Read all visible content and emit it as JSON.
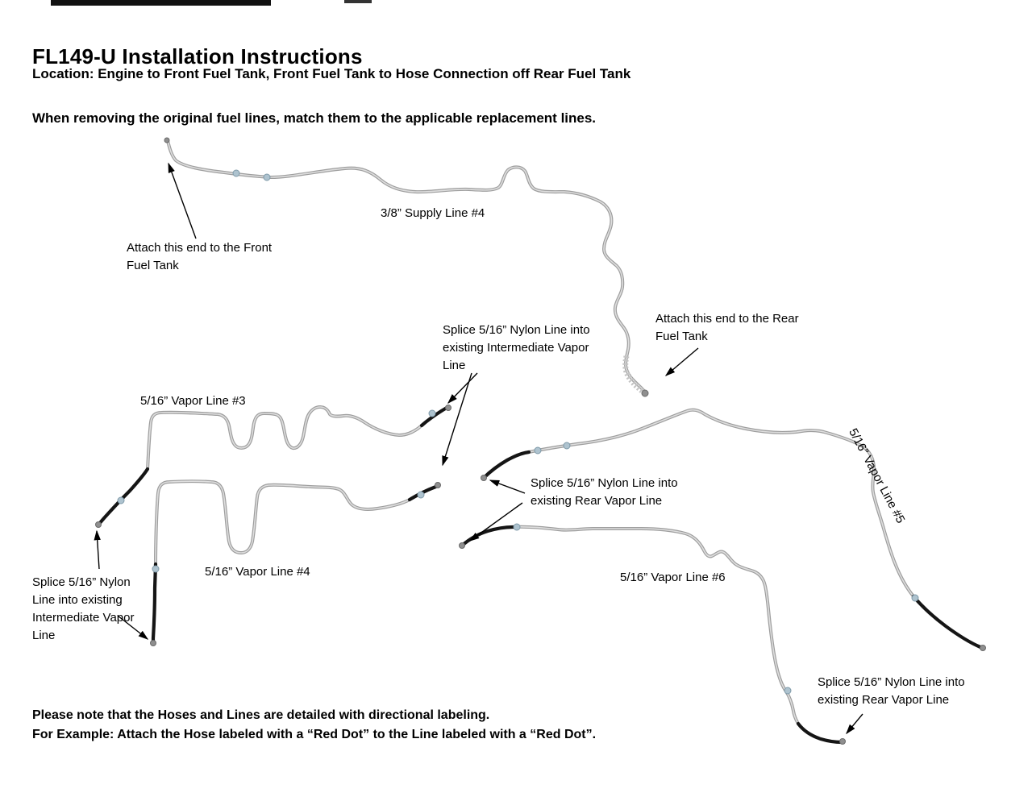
{
  "page": {
    "title": "FL149-U Installation Instructions",
    "location_line": "Location: Engine to Front Fuel Tank, Front Fuel Tank to Hose Connection off Rear Fuel Tank",
    "intro_line": "When removing the original fuel lines, match them to the applicable replacement lines.",
    "footer_line1": "Please note that the Hoses and Lines are detailed with directional labeling.",
    "footer_line2": "For Example: Attach the Hose labeled with a “Red Dot” to the Line labeled with a “Red Dot”."
  },
  "diagram": {
    "labels": {
      "supply_line_4": "3/8” Supply Line #4",
      "attach_front": "Attach this end to the Front Fuel Tank",
      "attach_rear": "Attach this end to the Rear Fuel Tank",
      "splice_intermediate_center": "Splice 5/16” Nylon Line into existing Intermediate Vapor Line",
      "vapor_line_3": "5/16” Vapor Line #3",
      "splice_rear_center": "Splice 5/16” Nylon Line into existing Rear Vapor Line",
      "vapor_line_5": "5/16” Vapor Line #5",
      "vapor_line_4": "5/16” Vapor Line #4",
      "vapor_line_6": "5/16” Vapor Line #6",
      "splice_intermediate_left": "Splice 5/16” Nylon Line into existing Intermediate Vapor Line",
      "splice_rear_bottom": "Splice 5/16” Nylon Line into existing Rear Vapor Line"
    },
    "colors": {
      "steel_line": "#9e9e9e",
      "steel_highlight": "#dedede",
      "nylon_line": "#151515",
      "quick_connect_fitting": "#aec3cf",
      "end_fitting": "#8f8f8f",
      "arrow": "#000000"
    }
  }
}
